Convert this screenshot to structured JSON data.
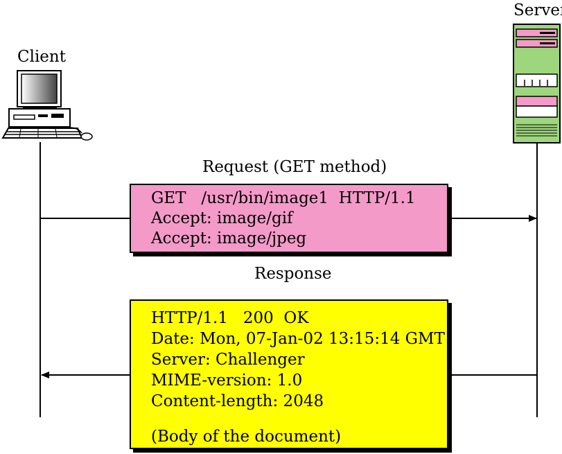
{
  "client": {
    "label": "Client"
  },
  "server": {
    "label": "Server"
  },
  "request": {
    "label": "Request (GET method)",
    "lines": [
      "GET   /usr/bin/image1  HTTP/1.1",
      "Accept: image/gif",
      "Accept: image/jpeg"
    ]
  },
  "response": {
    "label": "Response",
    "lines": [
      "HTTP/1.1   200  OK",
      "Date: Mon, 07-Jan-02 13:15:14 GMT",
      "Server: Challenger",
      "MIME-version: 1.0",
      "Content-length: 2048"
    ],
    "body": "(Body of the document)"
  },
  "colors": {
    "request_box": "#f49ac9",
    "response_box": "#ffff00",
    "server_case": "#9ed67e",
    "server_accent": "#f49ac9"
  },
  "icons": {
    "client": "desktop-computer-icon",
    "server": "server-tower-icon"
  }
}
